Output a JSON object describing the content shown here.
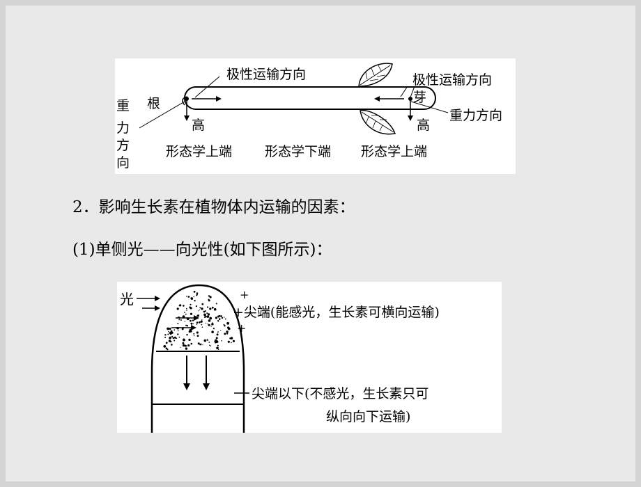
{
  "figure_top": {
    "labels": {
      "polar_left": "极性运输方向",
      "polar_right": "极性运输方向",
      "root": "根",
      "bud": "芽",
      "high_left": "高",
      "high_right": "高",
      "gravity_left_1": "重",
      "gravity_left_2": "力",
      "gravity_left_3": "方",
      "gravity_left_4": "向",
      "gravity_right": "重力方向",
      "morph_upper_left": "形态学上端",
      "morph_lower": "形态学下端",
      "morph_upper_right": "形态学上端"
    }
  },
  "text": {
    "line1": "2．影响生长素在植物体内运输的因素：",
    "line2": "(1)单侧光——向光性(如下图所示)："
  },
  "figure_bottom": {
    "labels": {
      "light": "光",
      "tip": "+尖端(能感光，生长素可横向运输)",
      "plus_top": "+",
      "plus_bottom": "+",
      "below_tip_1": "尖端以下(不感光，生长素只可",
      "below_tip_2": "纵向向下运输)"
    }
  }
}
